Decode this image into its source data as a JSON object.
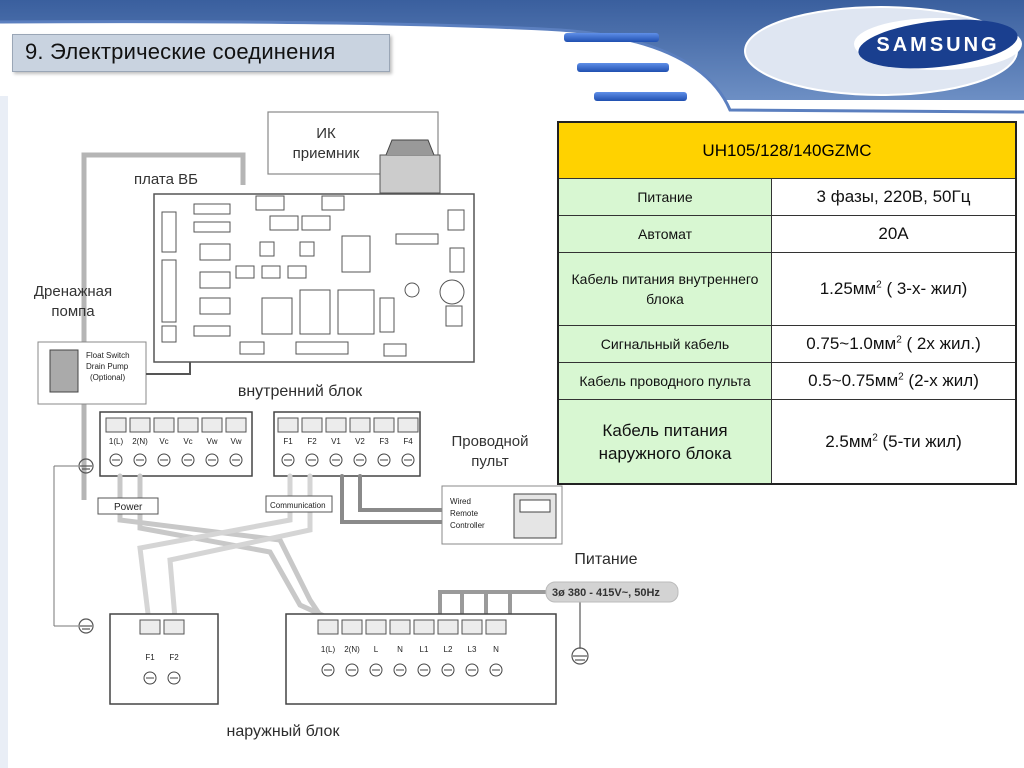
{
  "slide": {
    "title": "9. Электрические соединения",
    "brand": "SAMSUNG"
  },
  "diagram": {
    "ir_receiver": "ИК\nприемник",
    "board_label": "плата ВБ",
    "drain_pump": "Дренажная\nпомпа",
    "float_switch": [
      "Float Switch",
      "Drain Pump",
      "(Optional)"
    ],
    "indoor_unit": "внутренний блок",
    "wired_remote_ru": "Проводной\nпульт",
    "wired_remote_en": [
      "Wired",
      "Remote",
      "Controller"
    ],
    "power_tag": "Power",
    "comm_tag": "Communication",
    "power_supply": "Питание",
    "supply_spec": "3ø 380 - 415V~, 50Hz",
    "outdoor_unit": "наружный блок",
    "indoor_terminals_a": [
      "1(L)",
      "2(N)",
      "Vc",
      "Vc",
      "Vw",
      "Vw"
    ],
    "indoor_terminals_b": [
      "F1",
      "F2",
      "V1",
      "V2",
      "F3",
      "F4"
    ],
    "outdoor_terminals_a": [
      "F1",
      "F2"
    ],
    "outdoor_terminals_b": [
      "1(L)",
      "2(N)",
      "L",
      "N",
      "L1",
      "L2",
      "L3",
      "N"
    ]
  },
  "spec_table": {
    "model": "UH105/128/140GZMC",
    "rows": [
      {
        "label": "Питание",
        "value": "3 фазы, 220В, 50Гц"
      },
      {
        "label": "Автомат",
        "value": "20А"
      },
      {
        "label": "Кабель питания внутреннего блока",
        "value": "1.25мм",
        "sup": "2",
        "suffix": " ( 3-х- жил)"
      },
      {
        "label": "Сигнальный кабель",
        "value": "0.75~1.0мм",
        "sup": "2",
        "suffix": " ( 2х жил.)"
      },
      {
        "label": "Кабель проводного пульта",
        "value": "0.5~0.75мм",
        "sup": "2",
        "suffix": " (2-х жил)"
      },
      {
        "label": "Кабель питания наружного блока",
        "value": "2.5мм",
        "sup": "2",
        "suffix": " (5-ти жил)"
      }
    ]
  },
  "colors": {
    "header_yellow": "#ffd200",
    "label_green": "#d8f7d2",
    "brand_blue": "#1a3f8f",
    "bar_blue": "#3a6fd0"
  }
}
